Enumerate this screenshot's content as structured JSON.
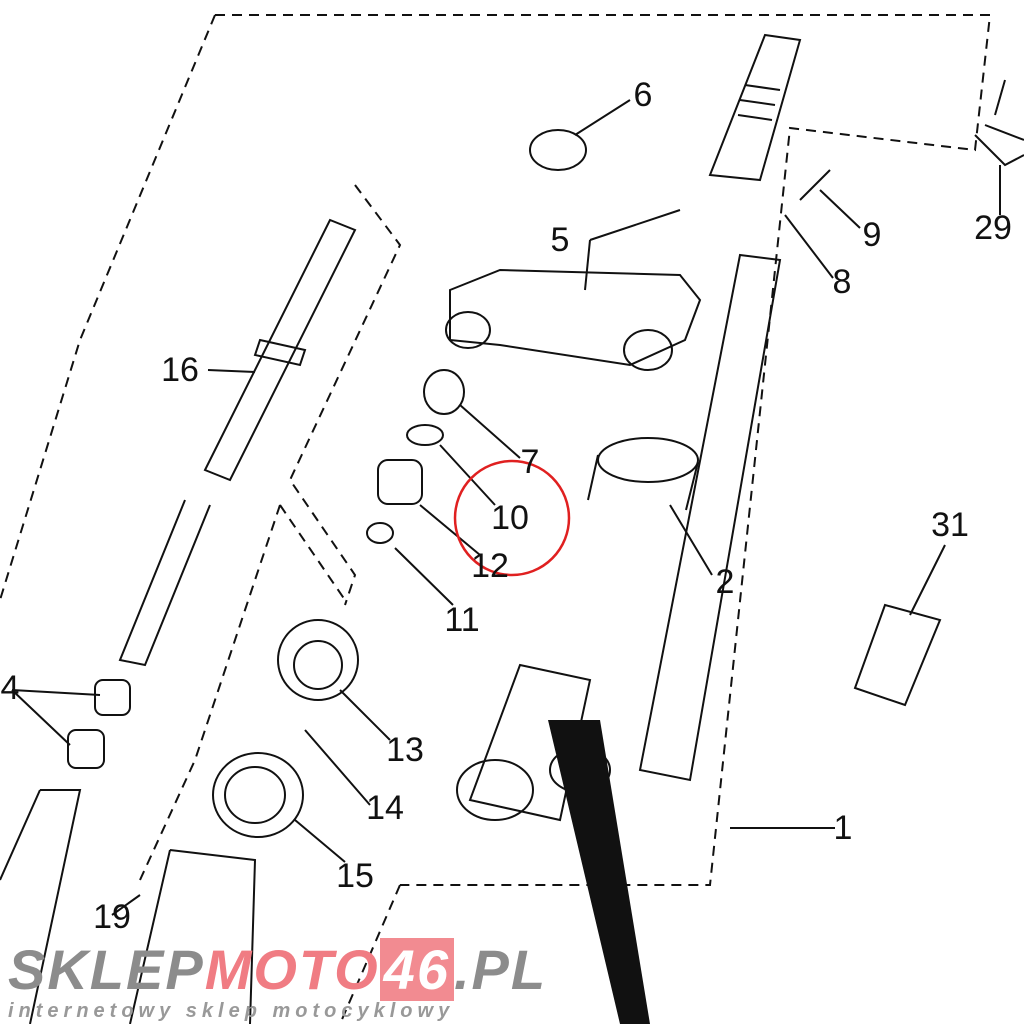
{
  "diagram": {
    "labels": [
      "1",
      "2",
      "4",
      "5",
      "6",
      "7",
      "8",
      "9",
      "10",
      "11",
      "12",
      "13",
      "14",
      "15",
      "16",
      "19",
      "29",
      "31"
    ],
    "highlighted_part": "10",
    "highlight_color": "#e02020"
  },
  "watermark": {
    "brand_part1": "SKLEP",
    "brand_part2": "MOTO",
    "brand_part3": "46",
    "brand_part4": ".PL",
    "tagline": "internetowy sklep motocyklowy"
  }
}
